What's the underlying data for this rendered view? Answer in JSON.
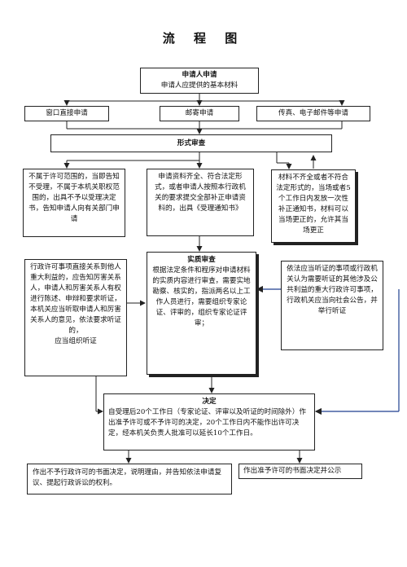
{
  "title": "流  程  图",
  "apply": {
    "heading": "申请人申请",
    "body": "申请人应提供的基本材料"
  },
  "channels": [
    "窗口直接申请",
    "邮寄申请",
    "传真、电子邮件等申请"
  ],
  "formal_review": "形式审查",
  "outcomes": {
    "reject": "不属于许可范围的，当即告知不受理，不属于本机关职权范围的，出具不予以受理决定书，告知申请人向有关部门申请",
    "accept": "申请资料齐全、符合法定形式，或者申请人按照本行政机关的要求提交全部补正申请资料的，出具《受理通知书》",
    "supplement": "材料不齐全或者不符合法定形式的，当场或者5个工作日内发放一次性补正通知书，材料可以当场更正的，允许其当场更正"
  },
  "hearing_left": {
    "text": "行政许可事项直接关系到他人重大利益的，应告知厉害关系人，申请人和厉害关系人有权进行陈述、申辩和要求听证，本机关应当听取申请人和厉害关系人的意见，依法要求听证的，",
    "tail": "应当组织听证"
  },
  "substantive": {
    "heading": "实质审查",
    "body": "根据法定条件和程序对申请材料的实质内容进行审查，需要实地勘察、核实的，指派两名以上工作人员进行，需要组织专家论证、评审的，组织专家论证评审；"
  },
  "hearing_right": "依法应当听证的事项或行政机关认为需要听证的其他涉及公共利益的重大行政许可事项，行政机关应当向社会公告，并举行听证",
  "decision": {
    "heading": "决定",
    "body": "自受理后20个工作日（专家论证、评审以及听证的时间除外）作出准予许可或不予许可的决定，20个工作日内不能作出许可决定，经本机关负责人批准可以延长10个工作日。"
  },
  "final_left": "作出不予行政许可的书面决定，说明理由，并告知依法申请复议、提起行政诉讼的权利。",
  "final_right": "作出准予许可的书面决定并公示"
}
